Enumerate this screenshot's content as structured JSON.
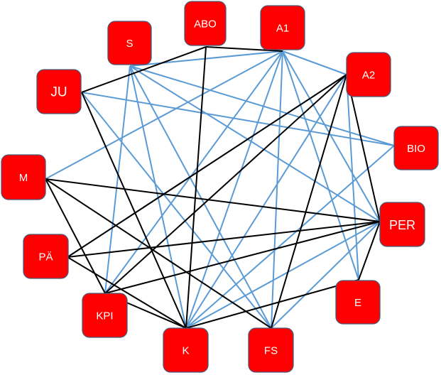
{
  "colors": {
    "node_fill": "#ff0000",
    "node_border": "#4a5a7a",
    "node_text": "#ffffff",
    "edge_black": "#000000",
    "edge_blue": "#5b9bd5"
  },
  "nodes": [
    {
      "id": "ABO",
      "label": "ABO"
    },
    {
      "id": "A1",
      "label": "A1"
    },
    {
      "id": "S",
      "label": "S"
    },
    {
      "id": "A2",
      "label": "A2"
    },
    {
      "id": "JU",
      "label": "JU"
    },
    {
      "id": "BIO",
      "label": "BIO"
    },
    {
      "id": "M",
      "label": "M"
    },
    {
      "id": "PER",
      "label": "PER"
    },
    {
      "id": "PA",
      "label": "PÄ"
    },
    {
      "id": "E",
      "label": "E"
    },
    {
      "id": "KPI",
      "label": "KPI"
    },
    {
      "id": "K",
      "label": "K"
    },
    {
      "id": "FS",
      "label": "FS"
    }
  ],
  "edges": [
    {
      "from": "JU",
      "to": "ABO",
      "color": "black"
    },
    {
      "from": "ABO",
      "to": "A1",
      "color": "black"
    },
    {
      "from": "ABO",
      "to": "K",
      "color": "black"
    },
    {
      "from": "JU",
      "to": "K",
      "color": "black"
    },
    {
      "from": "M",
      "to": "PER",
      "color": "black"
    },
    {
      "from": "M",
      "to": "FS",
      "color": "black"
    },
    {
      "from": "M",
      "to": "KPI",
      "color": "black"
    },
    {
      "from": "PA",
      "to": "PER",
      "color": "black"
    },
    {
      "from": "PA",
      "to": "A2",
      "color": "black"
    },
    {
      "from": "PA",
      "to": "K",
      "color": "black"
    },
    {
      "from": "KPI",
      "to": "A2",
      "color": "black"
    },
    {
      "from": "KPI",
      "to": "K",
      "color": "black"
    },
    {
      "from": "KPI",
      "to": "PER",
      "color": "black"
    },
    {
      "from": "K",
      "to": "E",
      "color": "black"
    },
    {
      "from": "A2",
      "to": "FS",
      "color": "black"
    },
    {
      "from": "A2",
      "to": "PER",
      "color": "black"
    },
    {
      "from": "PER",
      "to": "E",
      "color": "black"
    },
    {
      "from": "A1",
      "to": "S",
      "color": "blue"
    },
    {
      "from": "A1",
      "to": "M",
      "color": "blue"
    },
    {
      "from": "A1",
      "to": "KPI",
      "color": "blue"
    },
    {
      "from": "A1",
      "to": "K",
      "color": "blue"
    },
    {
      "from": "A1",
      "to": "FS",
      "color": "blue"
    },
    {
      "from": "A1",
      "to": "PER",
      "color": "blue"
    },
    {
      "from": "A1",
      "to": "E",
      "color": "blue"
    },
    {
      "from": "A1",
      "to": "A2",
      "color": "blue"
    },
    {
      "from": "S",
      "to": "BIO",
      "color": "blue"
    },
    {
      "from": "S",
      "to": "PER",
      "color": "blue"
    },
    {
      "from": "S",
      "to": "KPI",
      "color": "blue"
    },
    {
      "from": "S",
      "to": "K",
      "color": "blue"
    },
    {
      "from": "S",
      "to": "FS",
      "color": "blue"
    },
    {
      "from": "JU",
      "to": "BIO",
      "color": "blue"
    },
    {
      "from": "JU",
      "to": "FS",
      "color": "blue"
    },
    {
      "from": "A2",
      "to": "E",
      "color": "blue"
    },
    {
      "from": "A2",
      "to": "K",
      "color": "blue"
    },
    {
      "from": "A2",
      "to": "PA",
      "color": "blue"
    },
    {
      "from": "BIO",
      "to": "K",
      "color": "blue"
    },
    {
      "from": "PER",
      "to": "K",
      "color": "blue"
    },
    {
      "from": "PER",
      "to": "FS",
      "color": "blue"
    }
  ]
}
